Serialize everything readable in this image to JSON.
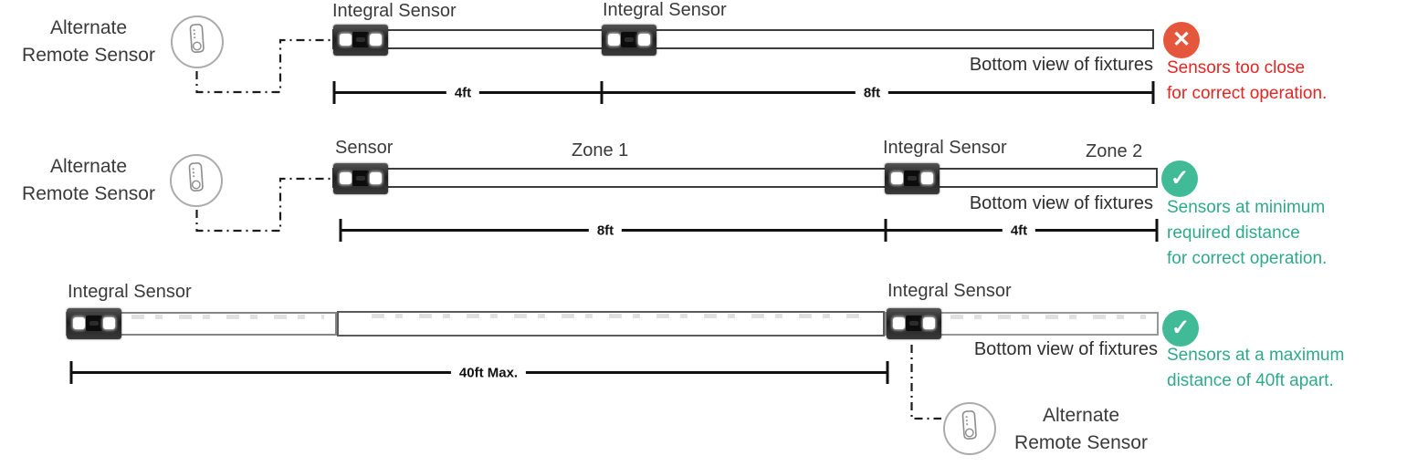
{
  "colors": {
    "error_badge": "#e4573d",
    "error_text": "#e52522",
    "ok_badge": "#41ba97",
    "ok_text": "#2fa98c"
  },
  "rows": [
    {
      "remote_label_line1": "Alternate",
      "remote_label_line2": "Remote Sensor",
      "sensor_label_1": "Integral Sensor",
      "sensor_label_2": "Integral Sensor",
      "bottom_view": "Bottom view of fixtures",
      "dim_1": "4ft",
      "dim_2": "8ft",
      "status_icon": "✕",
      "status_line_1": "Sensors too close",
      "status_line_2": "for correct operation."
    },
    {
      "remote_label_line1": "Alternate",
      "remote_label_line2": "Remote Sensor",
      "sensor_label_1": "Sensor",
      "zone_1": "Zone 1",
      "sensor_label_2": "Integral Sensor",
      "zone_2": "Zone 2",
      "bottom_view": "Bottom view of fixtures",
      "dim_1": "8ft",
      "dim_2": "4ft",
      "status_icon": "✓",
      "status_line_1": "Sensors at minimum",
      "status_line_2": "required distance",
      "status_line_3": "for correct operation."
    },
    {
      "sensor_label_1": "Integral Sensor",
      "sensor_label_2": "Integral Sensor",
      "bottom_view": "Bottom view of fixtures",
      "dim_1": "40ft Max.",
      "status_icon": "✓",
      "status_line_1": "Sensors at a maximum",
      "status_line_2": "distance of 40ft apart.",
      "remote_label_line1": "Alternate",
      "remote_label_line2": "Remote Sensor"
    }
  ]
}
